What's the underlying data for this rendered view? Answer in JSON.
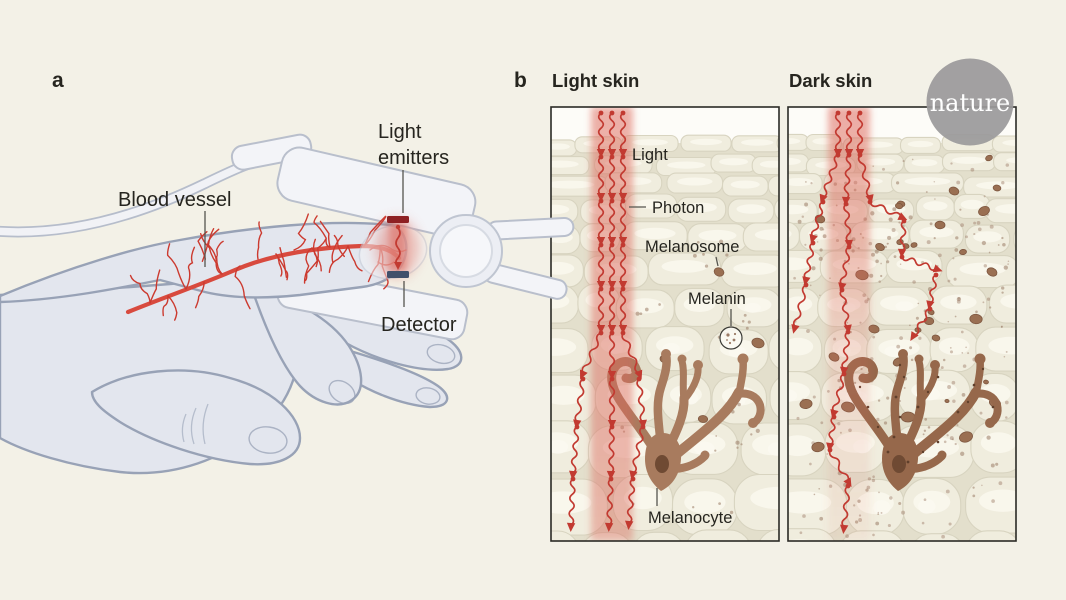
{
  "figure": {
    "panel_a_label": "a",
    "panel_b_label": "b"
  },
  "panel_a": {
    "labels": {
      "blood_vessel": "Blood vessel",
      "light_emitters_line1": "Light",
      "light_emitters_line2": "emitters",
      "detector": "Detector"
    }
  },
  "panel_b": {
    "light_skin_title": "Light skin",
    "dark_skin_title": "Dark skin",
    "labels": {
      "light": "Light",
      "photon": "Photon",
      "melanosome": "Melanosome",
      "melanin": "Melanin",
      "melanocyte": "Melanocyte"
    }
  },
  "watermark": {
    "text": "nature"
  },
  "colors": {
    "background": "#f3f1e7",
    "panel_bg": "#e3dfcc",
    "panel_border": "#2b2a26",
    "white_gap": "#fdfcf8",
    "cell_fill": "#f0edde",
    "cell_stroke": "#d8d4c0",
    "cell_highlight": "#faf8ee",
    "beam": "#dc685c",
    "photon": "#c23a31",
    "emitter": "#8e2023",
    "detector": "#41506b",
    "hand_fill": "#e3e6ee",
    "hand_stroke": "#98a2b6",
    "device_fill": "#f3f4f8",
    "device_stroke": "#b9bfcc",
    "vessel": "#d84a3e",
    "vessel_thin": "#cc3a2f",
    "melanosome": "#9a6f52",
    "melanosome_edge": "#7e5740",
    "melanocyte_light": "#a87b5e",
    "melanocyte_dark": "#96684b",
    "melanin_dot": "#9b7b66",
    "leader": "#55544e",
    "text": "#26251f",
    "watermark_bg": "#9b9a9b",
    "watermark_text": "#ffffff"
  }
}
